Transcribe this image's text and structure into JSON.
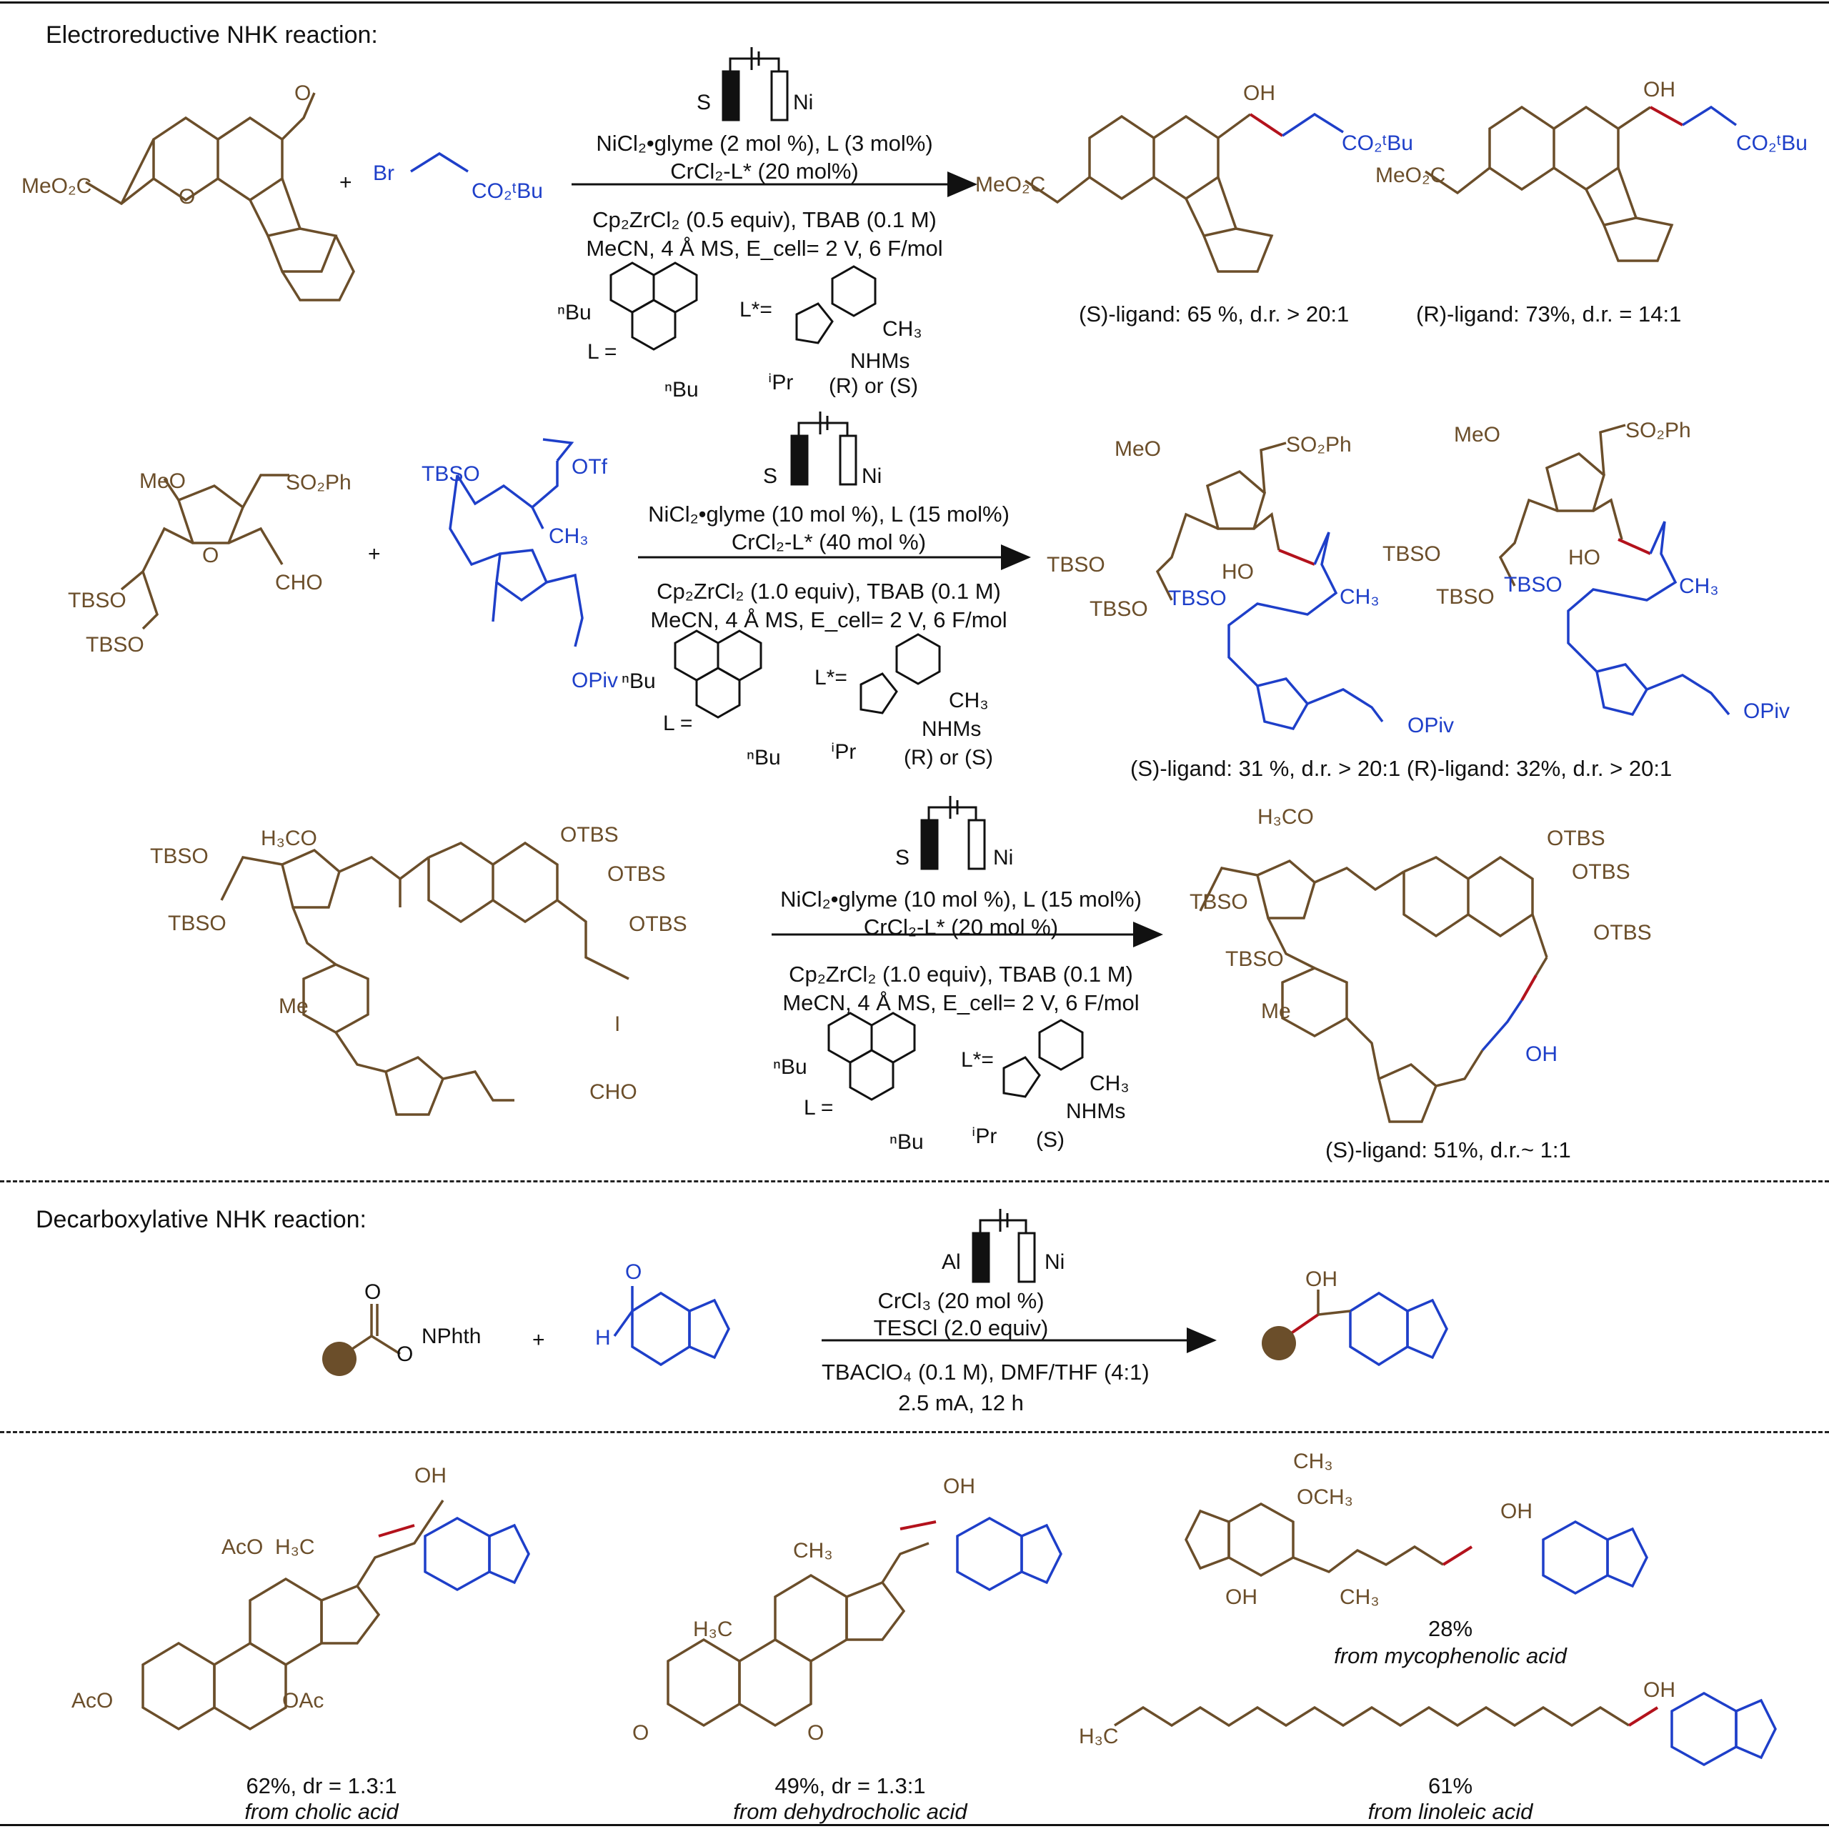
{
  "colors": {
    "substrate": "#6b4e2a",
    "reagent": "#1e3fc9",
    "new_bond": "#b3121c",
    "text": "#111111"
  },
  "section1": {
    "title": "Electroreductive NHK reaction:"
  },
  "section2": {
    "title": "Decarboxylative NHK reaction:"
  },
  "electrodes": {
    "s": "S",
    "ni": "Ni",
    "al": "Al"
  },
  "rxn1": {
    "reagent": "Br",
    "ester": "CO2tBu",
    "cond1": "NiCl₂•glyme (2 mol %), L (3 mol%)",
    "cond2": "CrCl₂-L* (20 mol%)",
    "cond3": "Cp₂ZrCl₂ (0.5 equiv), TBAB (0.1 M)",
    "cond4": "MeCN, 4 Å MS, E_cell= 2 V, 6 F/mol",
    "ligand_note": "(R) or (S)",
    "result_s": "(S)-ligand: 65 %, d.r. > 20:1",
    "result_r": "(R)-ligand: 73%, d.r. = 14:1"
  },
  "rxn2": {
    "cond1": "NiCl₂•glyme (10 mol %), L (15 mol%)",
    "cond2": "CrCl₂-L* (40 mol %)",
    "cond3": "Cp₂ZrCl₂ (1.0 equiv), TBAB (0.1 M)",
    "cond4": "MeCN, 4 Å MS, E_cell= 2 V, 6 F/mol",
    "ligand_note": "(R) or (S)",
    "result": "(S)-ligand: 31 %, d.r. > 20:1   (R)-ligand: 32%, d.r. > 20:1"
  },
  "rxn3": {
    "cond1": "NiCl₂•glyme (10 mol %), L (15 mol%)",
    "cond2": "CrCl₂-L* (20 mol %)",
    "cond3": "Cp₂ZrCl₂ (1.0 equiv), TBAB (0.1 M)",
    "cond4": "MeCN, 4 Å MS, E_cell= 2 V, 6 F/mol",
    "ligand_note": "(S)",
    "result": "(S)-ligand: 51%, d.r.~ 1:1"
  },
  "rxn4": {
    "nphth": "NPhth",
    "cond1": "CrCl₃ (20 mol %)",
    "cond2": "TESCl (2.0 equiv)",
    "cond3": "TBAClO₄ (0.1 M), DMF/THF (4:1)",
    "cond4": "2.5 mA, 12 h"
  },
  "products": [
    {
      "yield": "62%, dr = 1.3:1",
      "source": "from cholic acid"
    },
    {
      "yield": "49%, dr = 1.3:1",
      "source": "from dehydrocholic acid"
    },
    {
      "yield": "28%",
      "source": "from mycophenolic acid"
    },
    {
      "yield": "61%",
      "source": "from linoleic acid"
    }
  ]
}
